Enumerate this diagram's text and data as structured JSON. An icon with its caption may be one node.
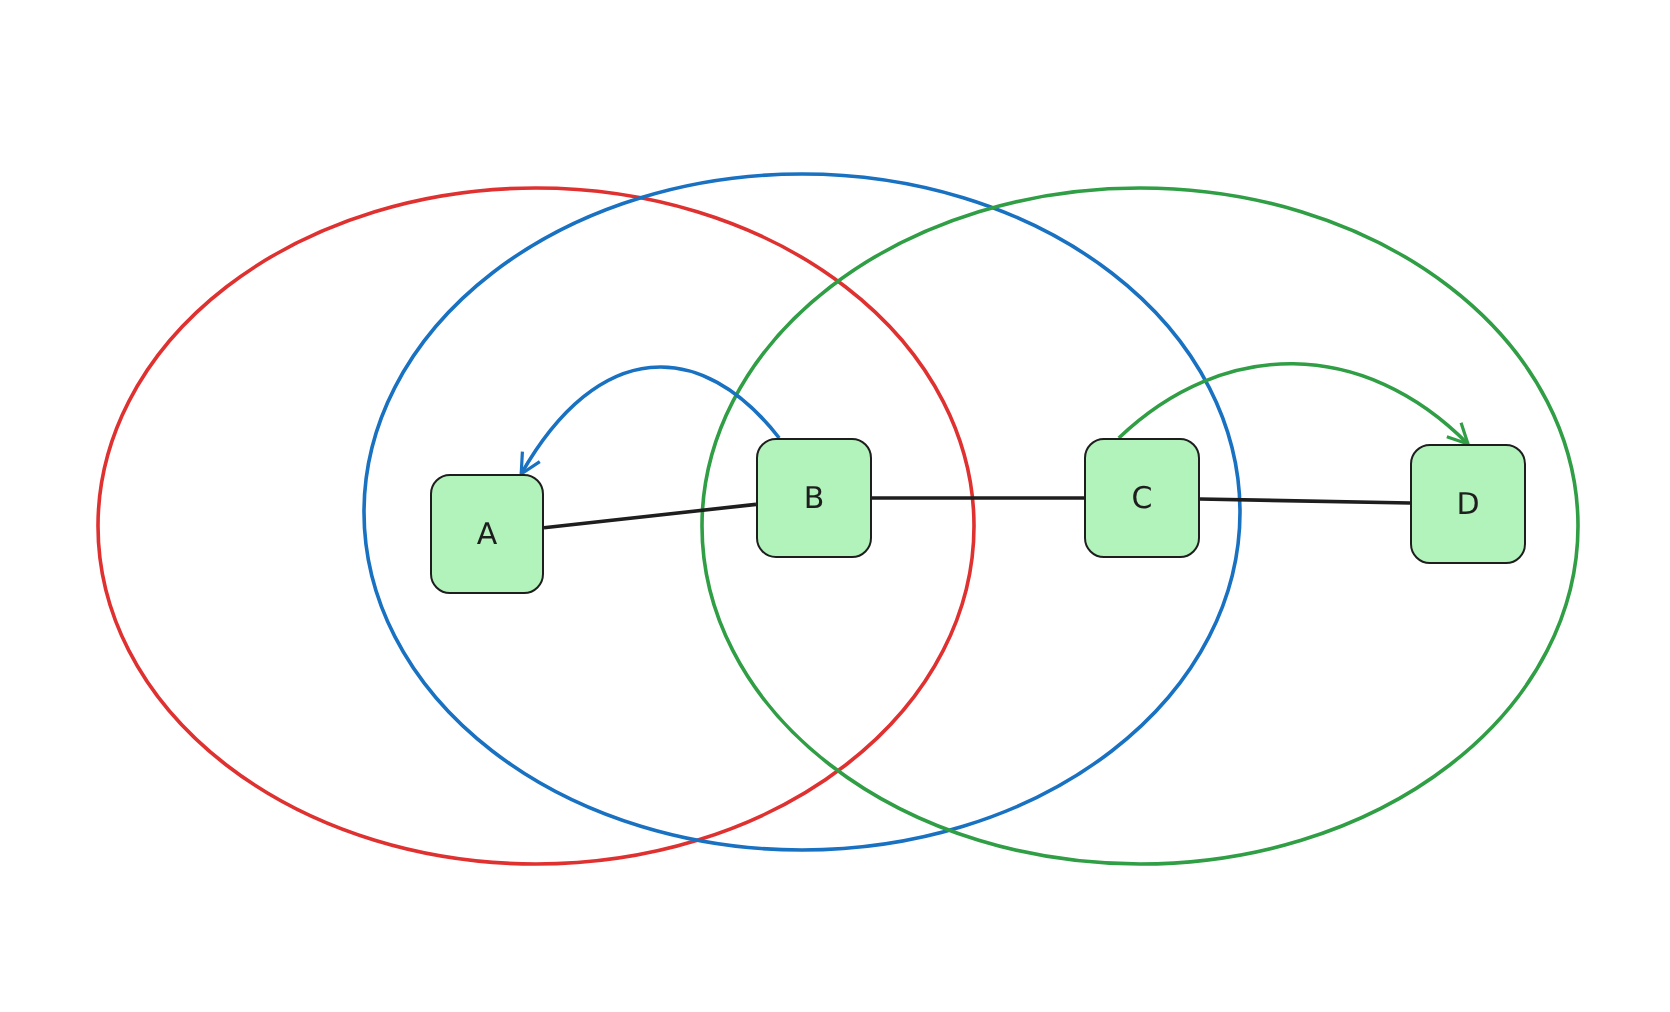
{
  "diagram": {
    "nodes": [
      {
        "text": [
          "A"
        ]
      },
      {
        "text": [
          "B"
        ]
      },
      {
        "text": [
          "C"
        ]
      },
      {
        "text": [
          "D"
        ]
      }
    ],
    "edges": [
      {
        "from": 0,
        "to": 1,
        "arrow": "none"
      },
      {
        "from": 1,
        "to": 2,
        "arrow": "none"
      },
      {
        "from": 2,
        "to": 3,
        "arrow": "none"
      },
      {
        "from": 1,
        "to": 0,
        "arrow": "to",
        "color": "#1971c2"
      },
      {
        "from": 2,
        "to": 3,
        "arrow": "to",
        "color": "#2f9e44"
      }
    ]
  }
}
